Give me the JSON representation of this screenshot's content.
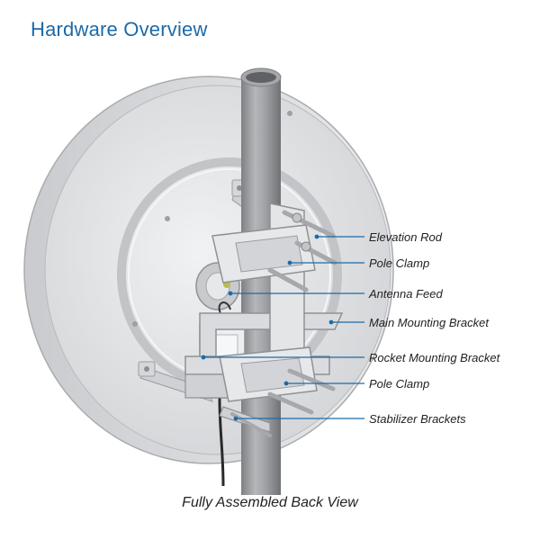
{
  "header": {
    "title": "Hardware Overview"
  },
  "callouts": [
    {
      "label": "Elevation Rod"
    },
    {
      "label": "Pole Clamp"
    },
    {
      "label": "Antenna Feed"
    },
    {
      "label": "Main Mounting Bracket"
    },
    {
      "label": "Rocket Mounting Bracket"
    },
    {
      "label": "Pole Clamp"
    },
    {
      "label": "Stabilizer Brackets"
    }
  ],
  "caption": "Fully Assembled Back View",
  "colors": {
    "title": "#1c6aa9",
    "leader": "#1c6aa9",
    "dish": "#e4e6e8",
    "pole": "#9a9c9f"
  }
}
